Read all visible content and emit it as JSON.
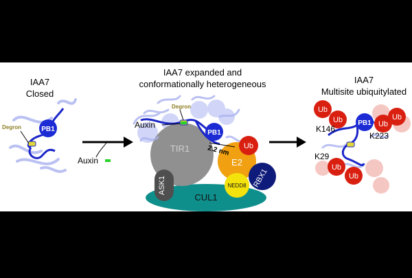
{
  "panels": {
    "closed": {
      "title_line1": "IAA7",
      "title_line2": "Closed",
      "degron_label": "Degron",
      "pb1_label": "PB1"
    },
    "expanded": {
      "title_line1": "IAA7 expanded and",
      "title_line2": "conformationally heterogeneous",
      "degron_label": "Degron",
      "pb1_label": "PB1",
      "auxin_label": "Auxin",
      "distance_label": "2.2 nm"
    },
    "ubiquitylated": {
      "title_line1": "IAA7",
      "title_line2": "Multisite ubiquitylated",
      "pb1_label": "PB1",
      "ub_label": "Ub",
      "lysines": [
        "K146",
        "K223",
        "K29"
      ]
    }
  },
  "auxin_input_label": "Auxin",
  "complex": {
    "tir1": "TIR1",
    "ask1": "ASK1",
    "cul1": "CUL1",
    "e2": "E2",
    "ub": "Ub",
    "nedd8": "NEDD8",
    "rbx1": "RBX1"
  },
  "colors": {
    "background": "#000000",
    "panel": "#ffffff",
    "pb1": "#1c2bd4",
    "chain": "#1a25c8",
    "chain_ghost": "#aab2ef",
    "degron": "#e3d83a",
    "degron_text": "#8c7d22",
    "auxin": "#2bd12b",
    "ub": "#d91f10",
    "ub_ghost": "#f2b0a9",
    "tir1": "#909090",
    "ask1": "#4f4f4f",
    "cul1": "#0f8f8c",
    "e2": "#f0a010",
    "nedd8": "#f4e20c",
    "rbx1": "#0f1b7a"
  }
}
